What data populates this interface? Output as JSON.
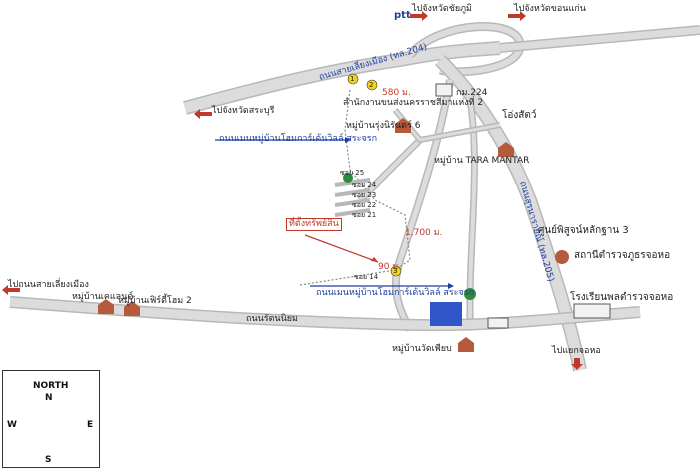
{
  "labels": {
    "ptt": "ptt",
    "to_chaiyaphum": "ไปจังหวัดชัยภูมิ",
    "to_khonkaen": "ไปจังหวัดขอนแก่น",
    "to_saraburi": "ไปจังหวัดสระบุรี",
    "bypass_road": "ถนนสายเลี่ยงเมือง (ทล.204)",
    "dist_580": "580 ม.",
    "km_224": "กม.224",
    "office": "สำนักงานขนส่งนครราชสีมาแห่งที่ 2",
    "ban_sua": "โอ่งสัตว์",
    "mu_rungnirun": "หมู่บ้านรุ่งนิรันดร์ 6",
    "home_road_top": "ถนนเมนหมู่บ้านโฮมการ์เด้นวิลล์ สระจรก",
    "tara_mantar": "หมู่บ้าน TARA MANTAR",
    "road_205": "ถนนสุรนารายณ์ (ทล.205)",
    "soi_25": "ซอย 25",
    "soi_24": "ซอย 24",
    "soi_23": "ซอย 23",
    "soi_22": "ซอย 22",
    "soi_21": "ซอย 21",
    "dist_1700": "1,700 ม.",
    "property": "ที่ตั้งทรัพย์สิน",
    "center3": "ศูนย์พิสูจน์หลักฐาน 3",
    "police": "สถานีตำรวจภูธรจอหอ",
    "to_bypass": "ไปถนนสายเลี่ยงเมือง",
    "mu_kaelan": "หมู่บ้านเคแลนด์",
    "mu_ruedi": "หมู่บ้านเฟิร์ดี้โฮม 2",
    "dist_90": "90 ม.",
    "soi_14": "ซอย 14",
    "home_road_bottom": "ถนนเมนหมู่บ้านโฮมการ์เด้นวิลล์ สระจรก",
    "school": "โรงเรียนพลตำรวจจอหอ",
    "road_ratniyom": "ถนนรัตนนิยม",
    "mu_watpayom": "หมู่บ้านวัดเพียบ",
    "to_chorho": "ไปแยกจอหอ",
    "mark1": "1",
    "mark2": "2",
    "mark3": "3"
  },
  "compass": {
    "north": "NORTH",
    "n": "N",
    "s": "S",
    "e": "E",
    "w": "W"
  },
  "colors": {
    "road": "#dcdcdc",
    "road_edge": "#b8b8b8",
    "blue_label": "#1f3fa0",
    "red_arrow": "#c0392b",
    "pond": "#2f55c8",
    "tree": "#2e8b3a",
    "marker": "#f2d21b"
  },
  "icons": [
    "house-icon",
    "tree-icon",
    "building-icon",
    "arrow-icon",
    "compass-icon"
  ]
}
